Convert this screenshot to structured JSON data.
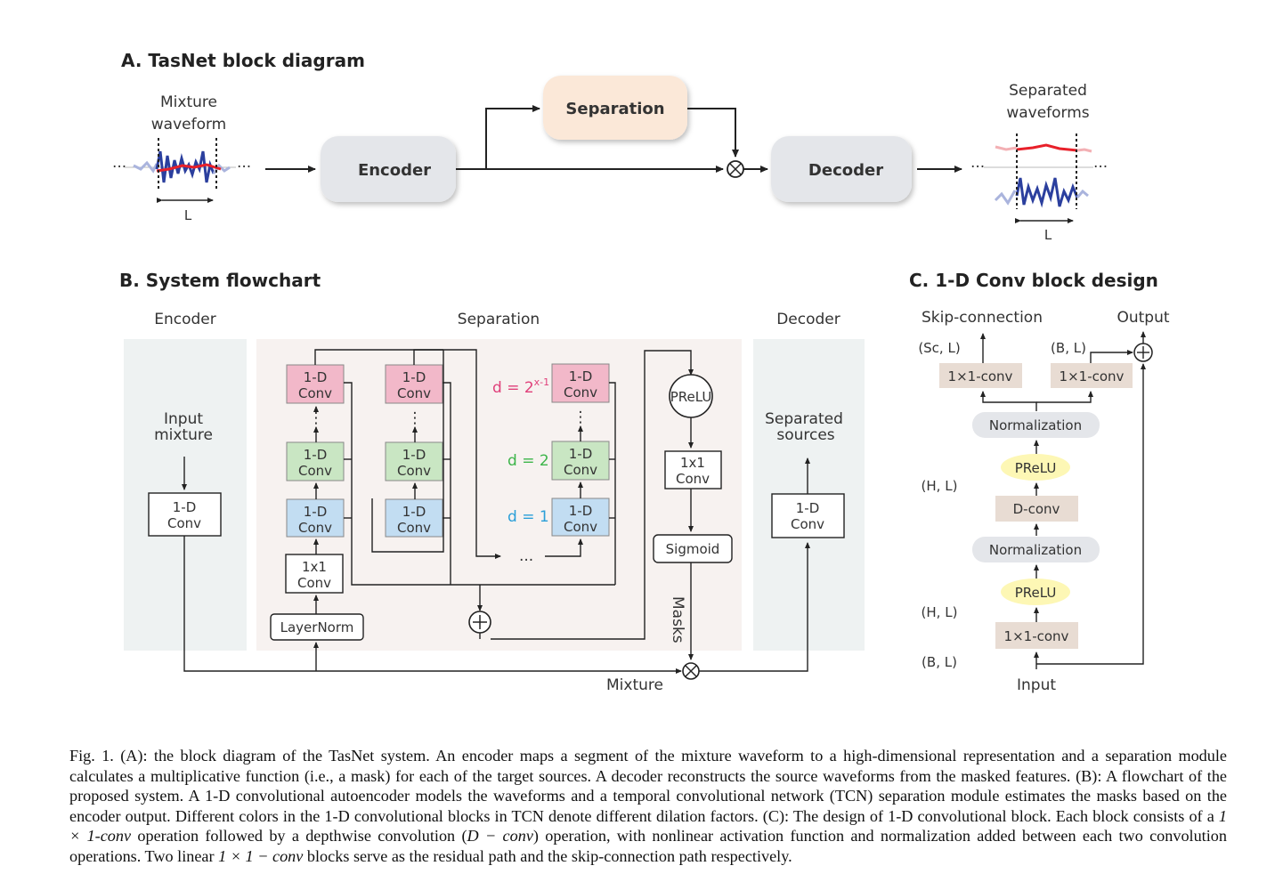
{
  "panel_a": {
    "title": "A. TasNet block diagram",
    "mixture_label_1": "Mixture",
    "mixture_label_2": "waveform",
    "encoder": "Encoder",
    "separation": "Separation",
    "decoder": "Decoder",
    "separated_label_1": "Separated",
    "separated_label_2": "waveforms",
    "segment_label": "L",
    "ellipsis": "···"
  },
  "panel_b": {
    "title": "B. System flowchart",
    "encoder_header": "Encoder",
    "separation_header": "Separation",
    "decoder_header": "Decoder",
    "input_mixture_1": "Input",
    "input_mixture_2": "mixture",
    "conv_1d_line1": "1-D",
    "conv_1d_line2": "Conv",
    "conv_1x1_line1": "1x1",
    "layernorm": "LayerNorm",
    "dilation_max_base": "d = 2",
    "dilation_max_exp": "x-1",
    "dilation_2": "d = 2",
    "dilation_1": "d = 1",
    "dots": "...",
    "prelu": "PReLU",
    "sigmoid": "Sigmoid",
    "masks": "Masks",
    "mixture": "Mixture",
    "separated_sources_1": "Separated",
    "separated_sources_2": "sources"
  },
  "panel_c": {
    "title": "C. 1-D Conv block design",
    "skip_connection": "Skip-connection",
    "output": "Output",
    "sc_l": "(Sc, L)",
    "b_l_top": "(B, L)",
    "conv_skip": "1×1-conv",
    "conv_res": "1×1-conv",
    "norm_top": "Normalization",
    "prelu_top": "PReLU",
    "h_l_top": "(H, L)",
    "dconv": "D-conv",
    "norm_bottom": "Normalization",
    "prelu_bottom": "PReLU",
    "h_l_bottom": "(H, L)",
    "conv_in": "1×1-conv",
    "b_l_bottom": "(B, L)",
    "input": "Input"
  },
  "colors": {
    "pink_block": "#f2b8c9",
    "green_block": "#c9e6c3",
    "blue_block": "#c2ddf2",
    "gray_box": "#e4e6ea",
    "separation_box": "#fbe8d8",
    "panel_bg": "#eef2f2",
    "sep_bg": "#f7f2f0",
    "pink_text": "#e0407a",
    "green_text": "#3db54a",
    "blue_text": "#2a9fd8",
    "tan_box": "#e8dcd3",
    "yellow_ellipse": "#fdf7b5",
    "red_wave": "#e8202a",
    "blue_wave": "#2b3f9e"
  },
  "caption": {
    "part1": "Fig. 1.  (A): the block diagram of the TasNet system. An encoder maps a segment of the mixture waveform to a high-dimensional representation and a separation module calculates a multiplicative function (i.e., a mask) for each of the target sources. A decoder reconstructs the source waveforms from the masked features. (B): A flowchart of the proposed system. A 1-D convolutional autoencoder models the waveforms and a temporal convolutional network (TCN) separation module estimates the masks based on the encoder output. Different colors in the 1-D convolutional blocks in TCN denote different dilation factors. (C): The design of 1-D convolutional block. Each block consists of a ",
    "math1": "1 × 1-conv",
    "part2": " operation followed by a depthwise convolution (",
    "math2": "D − conv",
    "part3": ") operation, with nonlinear activation function and normalization added between each two convolution operations. Two linear ",
    "math3": "1 × 1 − conv",
    "part4": " blocks serve as the residual path and the skip-connection path respectively."
  }
}
